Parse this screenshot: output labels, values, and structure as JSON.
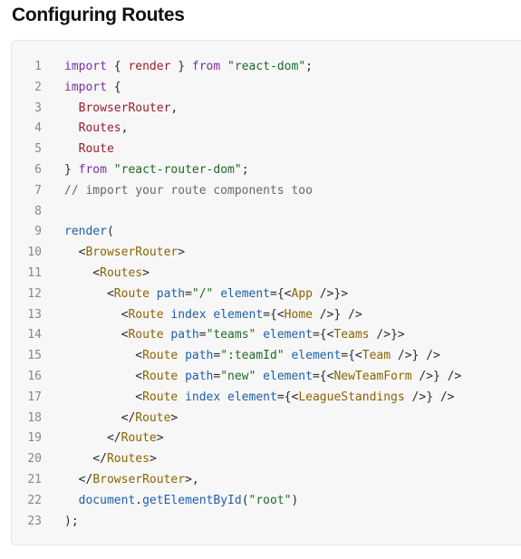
{
  "title": "Configuring Routes",
  "colors": {
    "keyword": "#7b2ea2",
    "identifier": "#9b1d2f",
    "string": "#1d6a24",
    "comment": "#5e6a75",
    "plain": "#2a2a2a",
    "tag": "#8a6400",
    "function": "#1e5fae",
    "line_number": "#888888",
    "background": "#f7f7f7"
  },
  "code": [
    [
      [
        "kw",
        "import"
      ],
      [
        "pl",
        " { "
      ],
      [
        "id",
        "render"
      ],
      [
        "pl",
        " } "
      ],
      [
        "kw",
        "from"
      ],
      [
        "pl",
        " "
      ],
      [
        "str",
        "\"react-dom\""
      ],
      [
        "pl",
        ";"
      ]
    ],
    [
      [
        "kw",
        "import"
      ],
      [
        "pl",
        " {"
      ]
    ],
    [
      [
        "pl",
        "  "
      ],
      [
        "id",
        "BrowserRouter"
      ],
      [
        "pl",
        ","
      ]
    ],
    [
      [
        "pl",
        "  "
      ],
      [
        "id",
        "Routes"
      ],
      [
        "pl",
        ","
      ]
    ],
    [
      [
        "pl",
        "  "
      ],
      [
        "id",
        "Route"
      ]
    ],
    [
      [
        "pl",
        "} "
      ],
      [
        "kw",
        "from"
      ],
      [
        "pl",
        " "
      ],
      [
        "str",
        "\"react-router-dom\""
      ],
      [
        "pl",
        ";"
      ]
    ],
    [
      [
        "cm",
        "// import your route components too"
      ]
    ],
    [],
    [
      [
        "fn",
        "render"
      ],
      [
        "pl",
        "("
      ]
    ],
    [
      [
        "pl",
        "  <"
      ],
      [
        "tag",
        "BrowserRouter"
      ],
      [
        "pl",
        ">"
      ]
    ],
    [
      [
        "pl",
        "    <"
      ],
      [
        "tag",
        "Routes"
      ],
      [
        "pl",
        ">"
      ]
    ],
    [
      [
        "pl",
        "      <"
      ],
      [
        "tag",
        "Route"
      ],
      [
        "pl",
        " "
      ],
      [
        "fn",
        "path"
      ],
      [
        "pl",
        "="
      ],
      [
        "str",
        "\"/\""
      ],
      [
        "pl",
        " "
      ],
      [
        "fn",
        "element"
      ],
      [
        "pl",
        "={<"
      ],
      [
        "tag",
        "App"
      ],
      [
        "pl",
        " />}>"
      ]
    ],
    [
      [
        "pl",
        "        <"
      ],
      [
        "tag",
        "Route"
      ],
      [
        "pl",
        " "
      ],
      [
        "fn",
        "index"
      ],
      [
        "pl",
        " "
      ],
      [
        "fn",
        "element"
      ],
      [
        "pl",
        "={<"
      ],
      [
        "tag",
        "Home"
      ],
      [
        "pl",
        " />} />"
      ]
    ],
    [
      [
        "pl",
        "        <"
      ],
      [
        "tag",
        "Route"
      ],
      [
        "pl",
        " "
      ],
      [
        "fn",
        "path"
      ],
      [
        "pl",
        "="
      ],
      [
        "str",
        "\"teams\""
      ],
      [
        "pl",
        " "
      ],
      [
        "fn",
        "element"
      ],
      [
        "pl",
        "={<"
      ],
      [
        "tag",
        "Teams"
      ],
      [
        "pl",
        " />}>"
      ]
    ],
    [
      [
        "pl",
        "          <"
      ],
      [
        "tag",
        "Route"
      ],
      [
        "pl",
        " "
      ],
      [
        "fn",
        "path"
      ],
      [
        "pl",
        "="
      ],
      [
        "str",
        "\":teamId\""
      ],
      [
        "pl",
        " "
      ],
      [
        "fn",
        "element"
      ],
      [
        "pl",
        "={<"
      ],
      [
        "tag",
        "Team"
      ],
      [
        "pl",
        " />} />"
      ]
    ],
    [
      [
        "pl",
        "          <"
      ],
      [
        "tag",
        "Route"
      ],
      [
        "pl",
        " "
      ],
      [
        "fn",
        "path"
      ],
      [
        "pl",
        "="
      ],
      [
        "str",
        "\"new\""
      ],
      [
        "pl",
        " "
      ],
      [
        "fn",
        "element"
      ],
      [
        "pl",
        "={<"
      ],
      [
        "tag",
        "NewTeamForm"
      ],
      [
        "pl",
        " />} />"
      ]
    ],
    [
      [
        "pl",
        "          <"
      ],
      [
        "tag",
        "Route"
      ],
      [
        "pl",
        " "
      ],
      [
        "fn",
        "index"
      ],
      [
        "pl",
        " "
      ],
      [
        "fn",
        "element"
      ],
      [
        "pl",
        "={<"
      ],
      [
        "tag",
        "LeagueStandings"
      ],
      [
        "pl",
        " />} />"
      ]
    ],
    [
      [
        "pl",
        "        </"
      ],
      [
        "tag",
        "Route"
      ],
      [
        "pl",
        ">"
      ]
    ],
    [
      [
        "pl",
        "      </"
      ],
      [
        "tag",
        "Route"
      ],
      [
        "pl",
        ">"
      ]
    ],
    [
      [
        "pl",
        "    </"
      ],
      [
        "tag",
        "Routes"
      ],
      [
        "pl",
        ">"
      ]
    ],
    [
      [
        "pl",
        "  </"
      ],
      [
        "tag",
        "BrowserRouter"
      ],
      [
        "pl",
        ">,"
      ]
    ],
    [
      [
        "pl",
        "  "
      ],
      [
        "fn",
        "document"
      ],
      [
        "pl",
        "."
      ],
      [
        "fn",
        "getElementById"
      ],
      [
        "pl",
        "("
      ],
      [
        "str",
        "\"root\""
      ],
      [
        "pl",
        ")"
      ]
    ],
    [
      [
        "pl",
        ");"
      ]
    ]
  ],
  "line_numbers": [
    "1",
    "2",
    "3",
    "4",
    "5",
    "6",
    "7",
    "8",
    "9",
    "10",
    "11",
    "12",
    "13",
    "14",
    "15",
    "16",
    "17",
    "18",
    "19",
    "20",
    "21",
    "22",
    "23"
  ]
}
